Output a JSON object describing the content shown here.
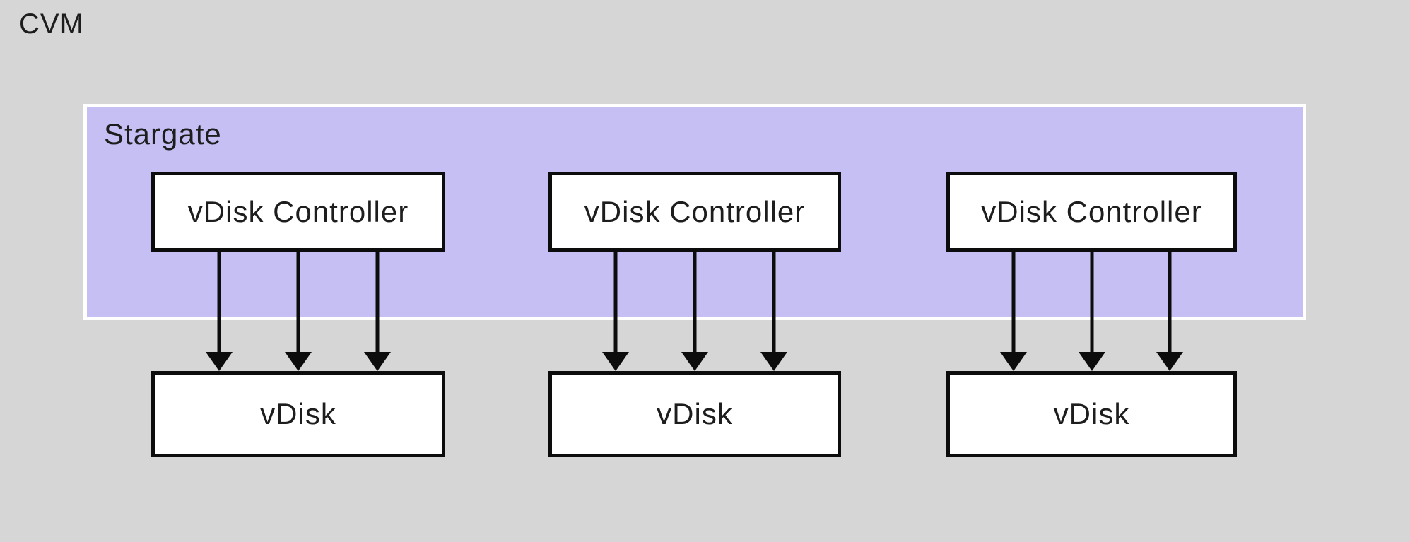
{
  "page": {
    "node_label": "CVM"
  },
  "diagram": {
    "container_label": "Stargate",
    "arrows_per_controller": 3,
    "groups": [
      {
        "controller_label": "vDisk Controller",
        "disk_label": "vDisk"
      },
      {
        "controller_label": "vDisk Controller",
        "disk_label": "vDisk"
      },
      {
        "controller_label": "vDisk Controller",
        "disk_label": "vDisk"
      }
    ],
    "colors": {
      "background": "#d6d6d6",
      "stargate_fill": "#c6bff4",
      "stargate_border": "#ffffff",
      "box_fill": "#ffffff",
      "box_border": "#0c0c0c",
      "arrow": "#0c0c0c",
      "text": "#1d1d1d"
    }
  }
}
